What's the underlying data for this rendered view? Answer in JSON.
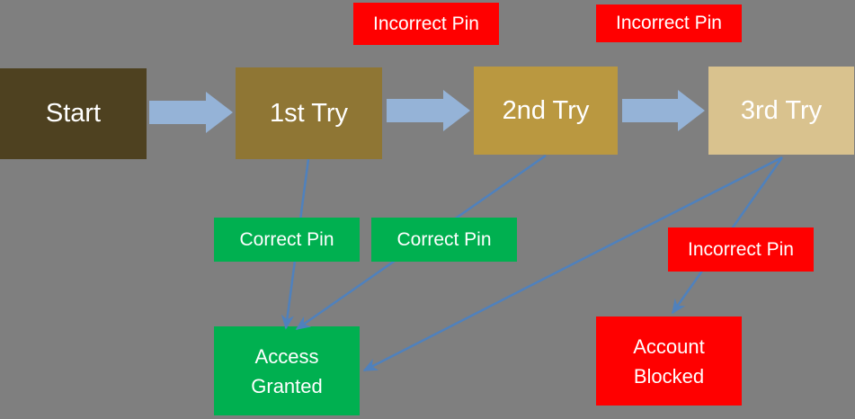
{
  "diagram": {
    "background_color": "#7F7F7F",
    "nodes": {
      "start": {
        "label": "Start",
        "fill": "#4E4120",
        "text_color": "#FFFFFF"
      },
      "try1": {
        "label": "1st Try",
        "fill": "#8F7634",
        "text_color": "#FFFFFF"
      },
      "try2": {
        "label": "2nd Try",
        "fill": "#BA9840",
        "text_color": "#FFFFFF"
      },
      "try3": {
        "label": "3rd Try",
        "fill": "#D9C28E",
        "text_color": "#FFFFFF"
      },
      "access_granted": {
        "label": "Access Granted",
        "fill": "#00B050",
        "text_color": "#FFFFFF"
      },
      "account_blocked": {
        "label": "Account Blocked",
        "fill": "#FF0000",
        "text_color": "#FFFFFF"
      }
    },
    "edge_labels": {
      "incorrect_pin_1": {
        "label": "Incorrect Pin",
        "fill": "#FF0000"
      },
      "incorrect_pin_2": {
        "label": "Incorrect Pin",
        "fill": "#FF0000"
      },
      "correct_pin_1": {
        "label": "Correct Pin",
        "fill": "#00B050"
      },
      "correct_pin_2": {
        "label": "Correct Pin",
        "fill": "#00B050"
      },
      "incorrect_pin_3": {
        "label": "Incorrect Pin",
        "fill": "#FF0000"
      }
    },
    "edges": [
      {
        "from": "start",
        "to": "try1",
        "style": "block-arrow"
      },
      {
        "from": "try1",
        "to": "try2",
        "style": "block-arrow",
        "label": "Incorrect Pin"
      },
      {
        "from": "try2",
        "to": "try3",
        "style": "block-arrow",
        "label": "Incorrect Pin"
      },
      {
        "from": "try1",
        "to": "access_granted",
        "style": "line-arrow",
        "label": "Correct Pin"
      },
      {
        "from": "try2",
        "to": "access_granted",
        "style": "line-arrow",
        "label": "Correct Pin"
      },
      {
        "from": "try3",
        "to": "access_granted",
        "style": "line-arrow"
      },
      {
        "from": "try3",
        "to": "account_blocked",
        "style": "line-arrow",
        "label": "Incorrect Pin"
      }
    ],
    "colors": {
      "block_arrow": "#95B3D7",
      "connector": "#4F81BD"
    }
  }
}
